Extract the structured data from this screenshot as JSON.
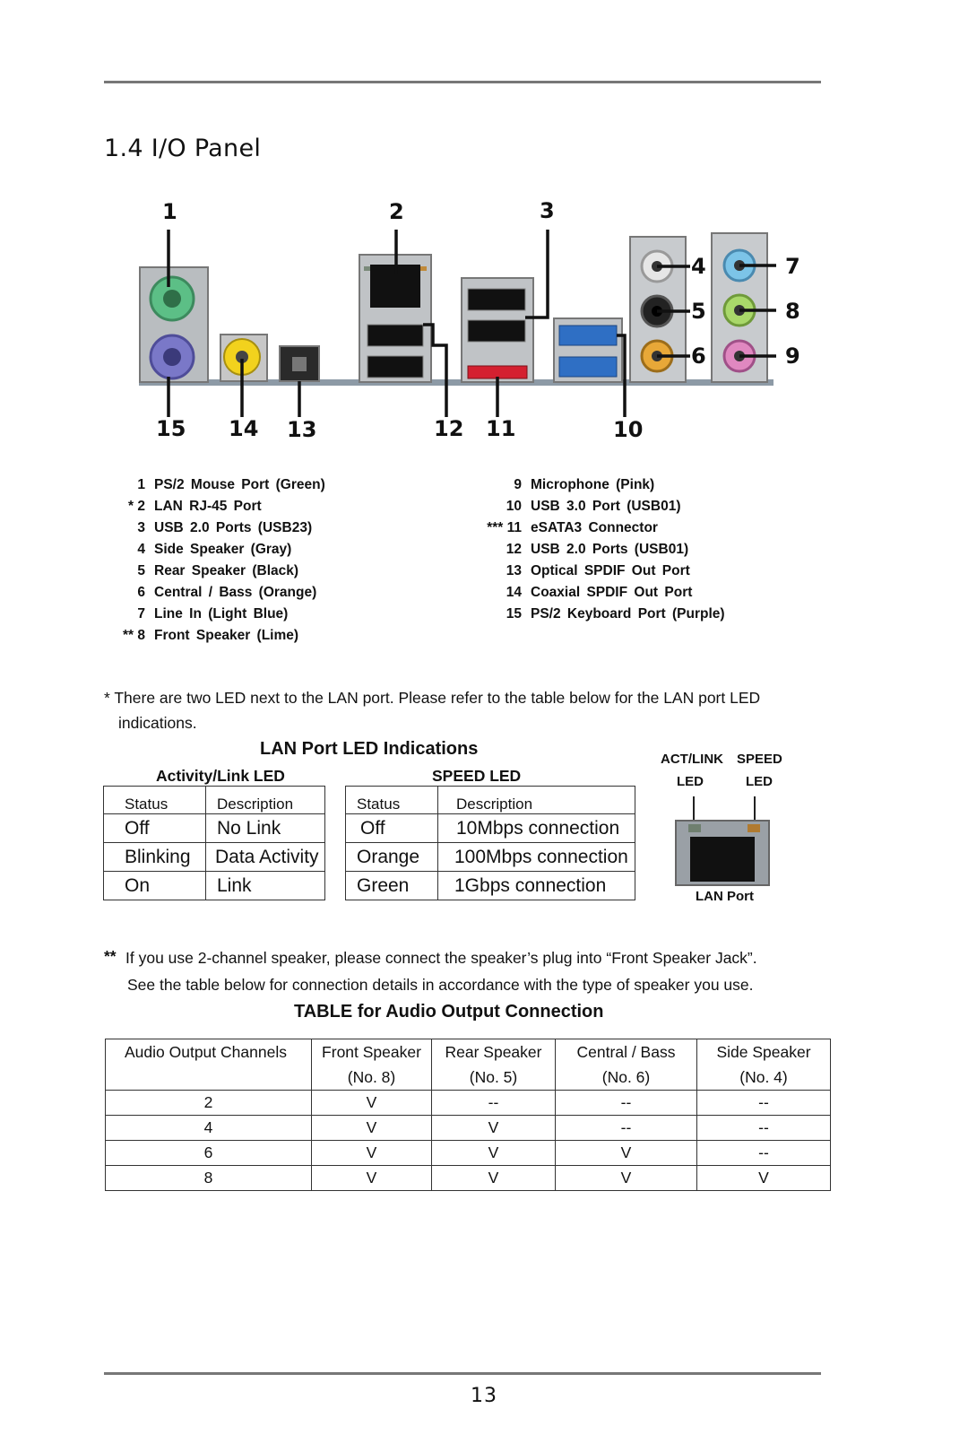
{
  "section_title": "1.4  I/O Panel",
  "diagram": {
    "callouts_top": [
      "1",
      "2",
      "3",
      "4",
      "5",
      "6",
      "7",
      "8",
      "9"
    ],
    "callouts_bottom": [
      "15",
      "14",
      "13",
      "12",
      "11",
      "10"
    ],
    "jack_colors": {
      "ps2_mouse": "#5cbf86",
      "ps2_keyboard": "#7a78c8",
      "coaxial": "#f2d21d",
      "side_speaker": "#c9c9c9",
      "rear_speaker": "#222222",
      "central_bass": "#e8a838",
      "line_in": "#7cc4e8",
      "front_speaker": "#a9d86a",
      "microphone": "#e088c0",
      "esata": "#d42030",
      "usb3": "#2f6fc4"
    }
  },
  "legend": {
    "left": [
      {
        "n": "1",
        "label": "PS/2  Mouse  Port  (Green)"
      },
      {
        "n": "* 2",
        "label": "LAN  RJ-45  Port"
      },
      {
        "n": "3",
        "label": "USB 2.0  Ports  (USB23)"
      },
      {
        "n": "4",
        "label": "Side  Speaker  (Gray)"
      },
      {
        "n": "5",
        "label": "Rear  Speaker  (Black)"
      },
      {
        "n": "6",
        "label": "Central / Bass  (Orange)"
      },
      {
        "n": "7",
        "label": "Line  In  (Light  Blue)"
      },
      {
        "n": "** 8",
        "label": "Front  Speaker  (Lime)"
      }
    ],
    "right": [
      {
        "n": "9",
        "label": "Microphone  (Pink)"
      },
      {
        "n": "10",
        "label": "USB 3.0  Port  (USB01)"
      },
      {
        "n": "*** 11",
        "label": "eSATA3  Connector"
      },
      {
        "n": "12",
        "label": "USB 2.0  Ports  (USB01)"
      },
      {
        "n": "13",
        "label": "Optical  SPDIF  Out  Port"
      },
      {
        "n": "14",
        "label": "Coaxial  SPDIF  Out  Port"
      },
      {
        "n": "15",
        "label": "PS/2  Keyboard  Port  (Purple)"
      }
    ]
  },
  "note1": {
    "line1": "* There are two LED next to the LAN port. Please refer to the table below for the LAN port LED",
    "line2": "indications."
  },
  "lan": {
    "heading": "LAN Port LED Indications",
    "act_title": "Activity/Link LED",
    "speed_title": "SPEED LED",
    "act_header": [
      "Status",
      "Description"
    ],
    "act_rows": [
      [
        "Off",
        "No Link"
      ],
      [
        "Blinking",
        "Data Activity"
      ],
      [
        "On",
        "Link"
      ]
    ],
    "speed_header": [
      "Status",
      "Description"
    ],
    "speed_rows": [
      [
        "Off",
        "10Mbps connection"
      ],
      [
        "Orange",
        "100Mbps connection"
      ],
      [
        "Green",
        "1Gbps connection"
      ]
    ],
    "fig_label_act_1": "ACT/LINK",
    "fig_label_speed_1": "SPEED",
    "fig_label_act_2": "LED",
    "fig_label_speed_2": "LED",
    "fig_caption": "LAN Port"
  },
  "note2": {
    "mark": "**",
    "line1": "If you use 2-channel speaker, please connect the speaker’s plug into “Front Speaker Jack”.",
    "line2": "See the table below for connection details in accordance with the type of speaker you use."
  },
  "audio": {
    "heading": "TABLE for Audio Output  Connection",
    "header_l1": [
      "Audio Output Channels",
      "Front Speaker",
      "Rear Speaker",
      "Central / Bass",
      "Side Speaker"
    ],
    "header_l2": [
      "",
      "(No. 8)",
      "(No. 5)",
      "(No. 6)",
      "(No. 4)"
    ],
    "rows": [
      [
        "2",
        "V",
        "--",
        "--",
        "--"
      ],
      [
        "4",
        "V",
        "V",
        "--",
        "--"
      ],
      [
        "6",
        "V",
        "V",
        "V",
        "--"
      ],
      [
        "8",
        "V",
        "V",
        "V",
        "V"
      ]
    ]
  },
  "page_number": "13"
}
